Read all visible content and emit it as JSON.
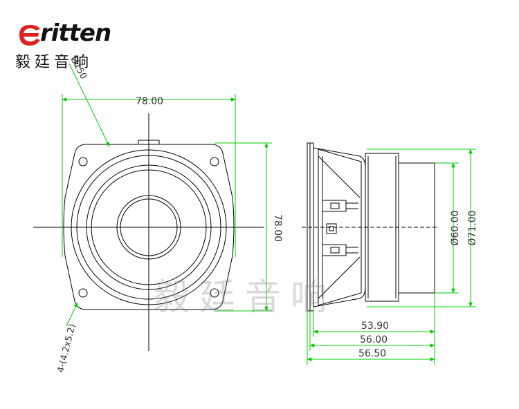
{
  "brand": {
    "word": "ritten",
    "initial": "E",
    "chinese": "毅廷音响",
    "watermark": "毅廷音响",
    "accent": "#e0201f"
  },
  "colors": {
    "line": "#000000",
    "dimension": "#00cc00",
    "label": "#333333"
  },
  "dimensions": {
    "front_width": "78.00",
    "front_height": "78.00",
    "corner_radius": "Ø150",
    "holes": "4-(4.2x5.2)",
    "depth_1": "53.90",
    "depth_2": "56.00",
    "depth_3": "56.50",
    "diameter_inner": "Ø60.00",
    "diameter_outer": "Ø71.00"
  }
}
